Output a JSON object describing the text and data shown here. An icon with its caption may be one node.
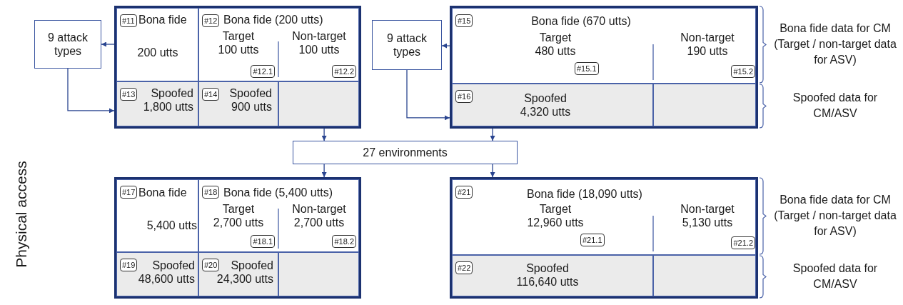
{
  "diagram": {
    "nodes": [
      {
        "text": [
          "9 attack types"
        ]
      },
      {
        "text": [],
        "shape": "box"
      },
      {
        "text": [
          "#11",
          "Bona fide",
          "200 utts"
        ],
        "in": 1
      },
      {
        "text": [
          "#12",
          "Bona fide (200 utts)"
        ],
        "in": 1
      },
      {
        "text": [
          "Target 100 utts",
          "#12.1"
        ],
        "in": 3
      },
      {
        "text": [
          "Non-target 100 utts",
          "#12.2"
        ],
        "in": 3
      },
      {
        "text": [
          "#13",
          "Spoofed 1,800 utts"
        ],
        "in": 1
      },
      {
        "text": [
          "#14",
          "Spoofed 900 utts"
        ],
        "in": 1
      },
      {
        "text": [],
        "shape": "box",
        "in": 1
      },
      {
        "text": [
          "9 attack types"
        ]
      },
      {
        "text": [],
        "shape": "box"
      },
      {
        "text": [
          "#15",
          "Bona fide (670 utts)"
        ],
        "in": 10
      },
      {
        "text": [
          "Target 480 utts",
          "#15.1"
        ],
        "in": 11
      },
      {
        "text": [
          "Non-target 190 utts",
          "#15.2"
        ],
        "in": 11
      },
      {
        "text": [
          "#16",
          "Spoofed 4,320 utts"
        ],
        "in": 10
      },
      {
        "text": [],
        "shape": "box",
        "in": 10
      },
      {
        "text": [
          "27 environments"
        ]
      },
      {
        "text": [],
        "shape": "box"
      },
      {
        "text": [
          "#17",
          "Bona fide",
          "5,400 utts"
        ],
        "in": 17
      },
      {
        "text": [
          "#18",
          "Bona fide (5,400 utts)"
        ],
        "in": 17
      },
      {
        "text": [
          "Target 2,700 utts",
          "#18.1"
        ],
        "in": 19
      },
      {
        "text": [
          "Non-target 2,700 utts",
          "#18.2"
        ],
        "in": 19
      },
      {
        "text": [
          "#19",
          "Spoofed 48,600 utts"
        ],
        "in": 17
      },
      {
        "text": [
          "#20",
          "Spoofed 24,300 utts"
        ],
        "in": 17
      },
      {
        "text": [],
        "shape": "box",
        "in": 17
      },
      {
        "text": [],
        "shape": "box"
      },
      {
        "text": [
          "#21",
          "Bona fide (18,090 utts)"
        ],
        "in": 25
      },
      {
        "text": [
          "Target 12,960 utts",
          "#21.1"
        ],
        "in": 26
      },
      {
        "text": [
          "Non-target 5,130 utts",
          "#21.2"
        ],
        "in": 26
      },
      {
        "text": [
          "#22",
          "Spoofed 116,640 utts"
        ],
        "in": 25
      },
      {
        "text": [],
        "shape": "box",
        "in": 25
      }
    ],
    "edges": [
      {
        "from": 1,
        "to": 0,
        "arrow": "to"
      },
      {
        "from": 0,
        "to": 6,
        "arrow": "to"
      },
      {
        "from": 10,
        "to": 9,
        "arrow": "to"
      },
      {
        "from": 9,
        "to": 14,
        "arrow": "to"
      },
      {
        "from": 1,
        "to": 16,
        "arrow": "to"
      },
      {
        "from": 10,
        "to": 16,
        "arrow": "to"
      },
      {
        "from": 16,
        "to": 17,
        "arrow": "to"
      },
      {
        "from": 16,
        "to": 25,
        "arrow": "to"
      }
    ],
    "labels": [
      "Bona fide data for CM (Target / non-target data for ASV)",
      "Spoofed data for CM/ASV",
      "Physical access",
      "Bona fide data for CM (Target / non-target data for ASV)",
      "Spoofed data for CM/ASV"
    ]
  }
}
